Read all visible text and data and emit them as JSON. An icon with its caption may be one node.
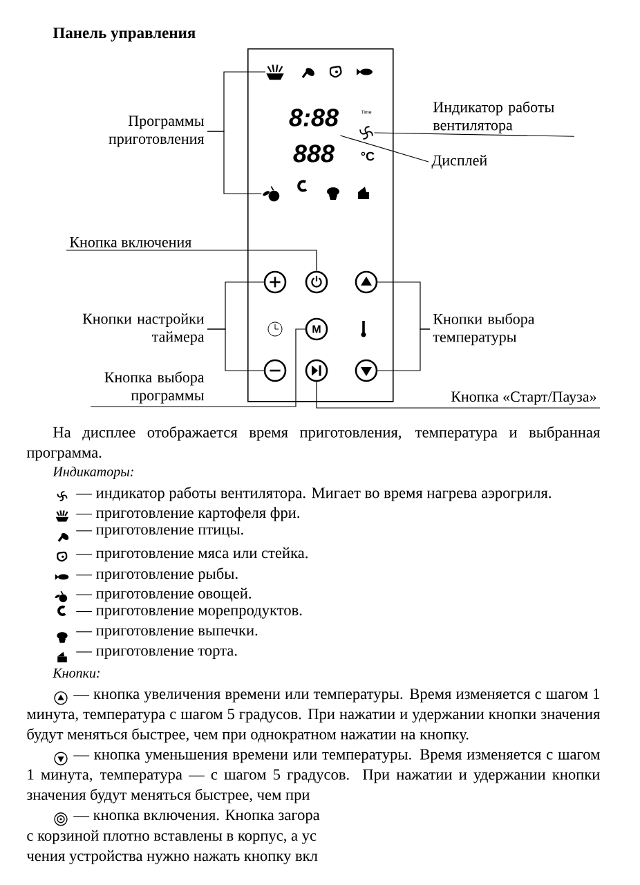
{
  "diagram": {
    "title": "Панель управления",
    "nodes": [
      {
        "text": [],
        "shape": "box"
      },
      {
        "text": [],
        "shape": "picture",
        "in": 0
      },
      {
        "text": [
          "8:88",
          "888"
        ],
        "in": 0
      },
      {
        "text": [],
        "shape": "picture",
        "in": 0
      },
      {
        "text": [],
        "shape": "picture",
        "in": 0
      },
      {
        "text": [],
        "shape": "circle",
        "in": 0
      },
      {
        "text": [],
        "shape": "circle",
        "in": 0
      },
      {
        "text": [],
        "shape": "circle",
        "in": 0
      },
      {
        "text": [
          "M"
        ],
        "in": 0
      },
      {
        "text": [],
        "shape": "circle",
        "in": 0
      },
      {
        "text": [],
        "shape": "circle",
        "in": 0
      },
      {
        "text": [],
        "shape": "circle",
        "in": 0
      },
      {
        "text": [
          "Программы приготовления"
        ]
      },
      {
        "text": [
          "Индикатор работы вентилятора"
        ]
      },
      {
        "text": [
          "Дисплей"
        ]
      },
      {
        "text": [
          "Кнопка включения"
        ]
      },
      {
        "text": [
          "Кнопки настройки таймера"
        ]
      },
      {
        "text": [
          "Кнопки выбора температуры"
        ]
      },
      {
        "text": [
          "Кнопка выбора программы"
        ]
      },
      {
        "text": [
          "Кнопка «Старт/Пауза»"
        ]
      }
    ],
    "edges": [
      {
        "from": 12,
        "to": 1,
        "arrow": "none"
      },
      {
        "from": 12,
        "to": 4,
        "arrow": "none"
      },
      {
        "from": 13,
        "to": 3,
        "arrow": "none"
      },
      {
        "from": 14,
        "to": 2,
        "arrow": "none"
      },
      {
        "from": 15,
        "to": 6,
        "arrow": "none"
      },
      {
        "from": 16,
        "to": 5,
        "arrow": "none"
      },
      {
        "from": 16,
        "to": 9,
        "arrow": "none"
      },
      {
        "from": 17,
        "to": 7,
        "arrow": "none"
      },
      {
        "from": 17,
        "to": 11,
        "arrow": "none"
      },
      {
        "from": 18,
        "to": 8,
        "arrow": "none"
      },
      {
        "from": 19,
        "to": 10,
        "arrow": "none"
      }
    ],
    "labels": [
      "Time",
      "°C",
      "На дисплее отображается время приготовления, температура и выбранная программа.",
      "Индикаторы:",
      "— индикатор работы вентилятора. Мигает во время нагрева аэрогриля.",
      "— приготовление картофеля фри.",
      "— приготовление птицы.",
      "— приготовление мяса или стейка.",
      "— приготовление рыбы.",
      "— приготовление овощей.",
      "— приготовление морепродуктов.",
      "— приготовление выпечки.",
      "— приготовление торта.",
      "Кнопки:",
      "— кнопка увеличения времени или температуры. Время изменяется с шагом 1 минута, температура с шагом 5 градусов. При нажатии и удержании кнопки значения будут меняться быстрее, чем при однократном нажатии на кнопку.",
      "— кнопка уменьшения времени или температуры. Время изменяется с шагом 1 минута, температура — с шагом 5 градусов. При нажатии и удержании кнопки значения будут меняться быстрее, чем при",
      "— кнопка включения. Кнопка загора",
      "с корзиной плотно вставлены в корпус, а ус",
      "чения устройства нужно нажать кнопку вкл"
    ]
  }
}
